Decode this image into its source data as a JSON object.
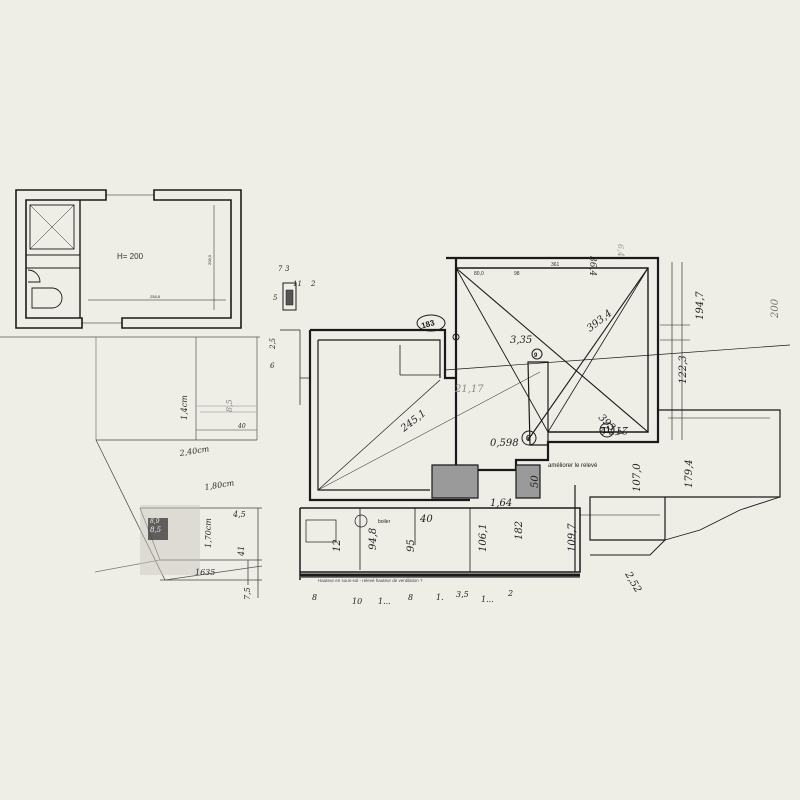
{
  "room_plan": {
    "height_label": "H= 200",
    "dim_right": "208,0",
    "dim_bottom": "258,8"
  },
  "left_elevation": {
    "note_a": "2,40cm",
    "note_b": "1,80cm",
    "note_c": "1,70cm",
    "note_d": "1635",
    "note_e": "41",
    "note_f": "1,4cm",
    "note_g": "4,5",
    "note_h": "8,5",
    "note_i": "7,5",
    "note_j": "8,9",
    "note_k": "8,5",
    "note_l": "40"
  },
  "main_plan": {
    "top_dims": [
      "80,0",
      "98",
      "361",
      "36,4",
      "6,4"
    ],
    "diag_1": "393,4",
    "diag_2": "245,1",
    "diag_3": "393,7",
    "diag_4": "217,2",
    "circled_1": "183",
    "circled_2": "6",
    "circled_3": "11",
    "circled_4": "9",
    "val_335": "3,35",
    "val_2117": "21,17",
    "val_0598": "0,598",
    "val_1947": "194,7",
    "val_200": "200",
    "val_1223": "122,3",
    "val_1794": "179,4",
    "val_1070": "107,0",
    "val_1097": "109,7",
    "val_1061": "106,1",
    "val_948": "94,8",
    "val_182": "182",
    "val_164": "1,64",
    "val_95": "95",
    "val_50": "50",
    "val_40": "40",
    "val_12": "12",
    "val_252": "2,52",
    "note_improve": "améliorer le relevé",
    "boiler_label": "boiler",
    "bottom_note": "Hauteur en sous-sol - relevé hauteur de ventilation ?",
    "bottom_scale": [
      "8",
      "10",
      "1...",
      "8",
      "1.",
      "3,5",
      "1...",
      "2"
    ],
    "left_dims": [
      "7",
      "3",
      "11",
      "2",
      "5",
      "2,5",
      "6"
    ]
  }
}
